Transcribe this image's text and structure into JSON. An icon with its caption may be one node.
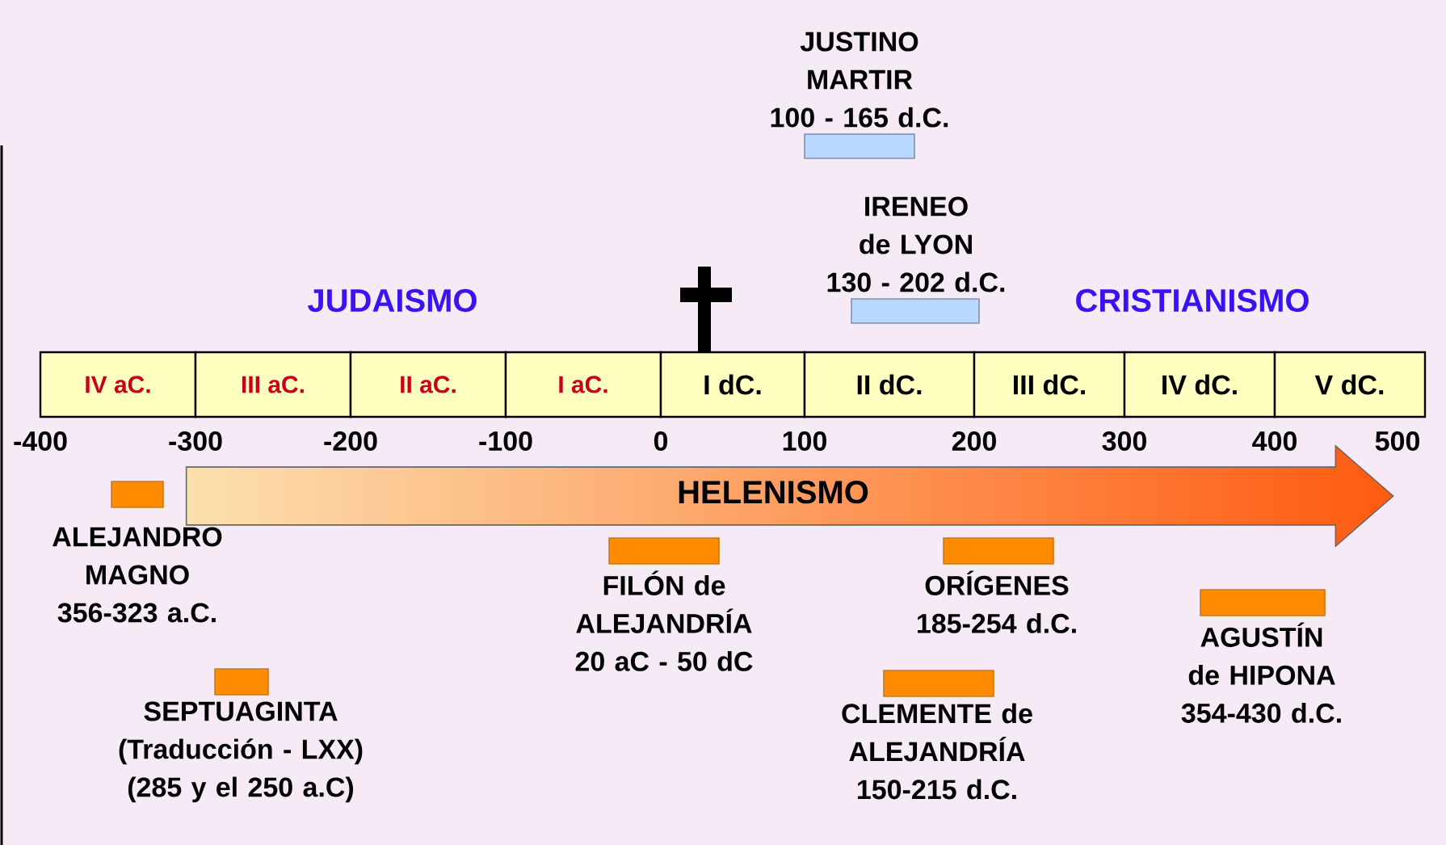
{
  "diagram": {
    "nodes": [
      {
        "text": [
          "JUSTINO MARTIR",
          "100 - 165 d.C."
        ]
      },
      {
        "text": [
          "IRENEO de LYON",
          "130 - 202 d.C."
        ]
      },
      {
        "text": [
          "IV aC."
        ]
      },
      {
        "text": [
          "III aC."
        ]
      },
      {
        "text": [
          "II aC."
        ]
      },
      {
        "text": [
          "I aC."
        ]
      },
      {
        "text": [
          "I dC."
        ]
      },
      {
        "text": [
          "II dC."
        ]
      },
      {
        "text": [
          "III dC."
        ]
      },
      {
        "text": [
          "IV dC."
        ]
      },
      {
        "text": [
          "V dC."
        ]
      },
      {
        "text": [
          "HELENISMO"
        ]
      },
      {
        "text": [
          "ALEJANDRO MAGNO",
          "356-323 a.C."
        ]
      },
      {
        "text": [
          "FILÓN de ALEJANDRÍA",
          "20 aC - 50 dC"
        ]
      },
      {
        "text": [
          "ORÍGENES",
          "185-254 d.C."
        ]
      },
      {
        "text": [
          "AGUSTÍN de HIPONA",
          "354-430 d.C."
        ]
      },
      {
        "text": [
          "SEPTUAGINTA",
          "(Traducción - LXX)",
          "(285 y el 250 a.C)"
        ]
      },
      {
        "text": [
          "CLEMENTE de ALEJANDRÍA",
          "150-215 d.C."
        ]
      }
    ],
    "labels": [
      "JUDAISMO",
      "CRISTIANISMO",
      "-400",
      "-300",
      "-200",
      "-100",
      "0",
      "100",
      "200",
      "300",
      "400",
      "500"
    ]
  }
}
